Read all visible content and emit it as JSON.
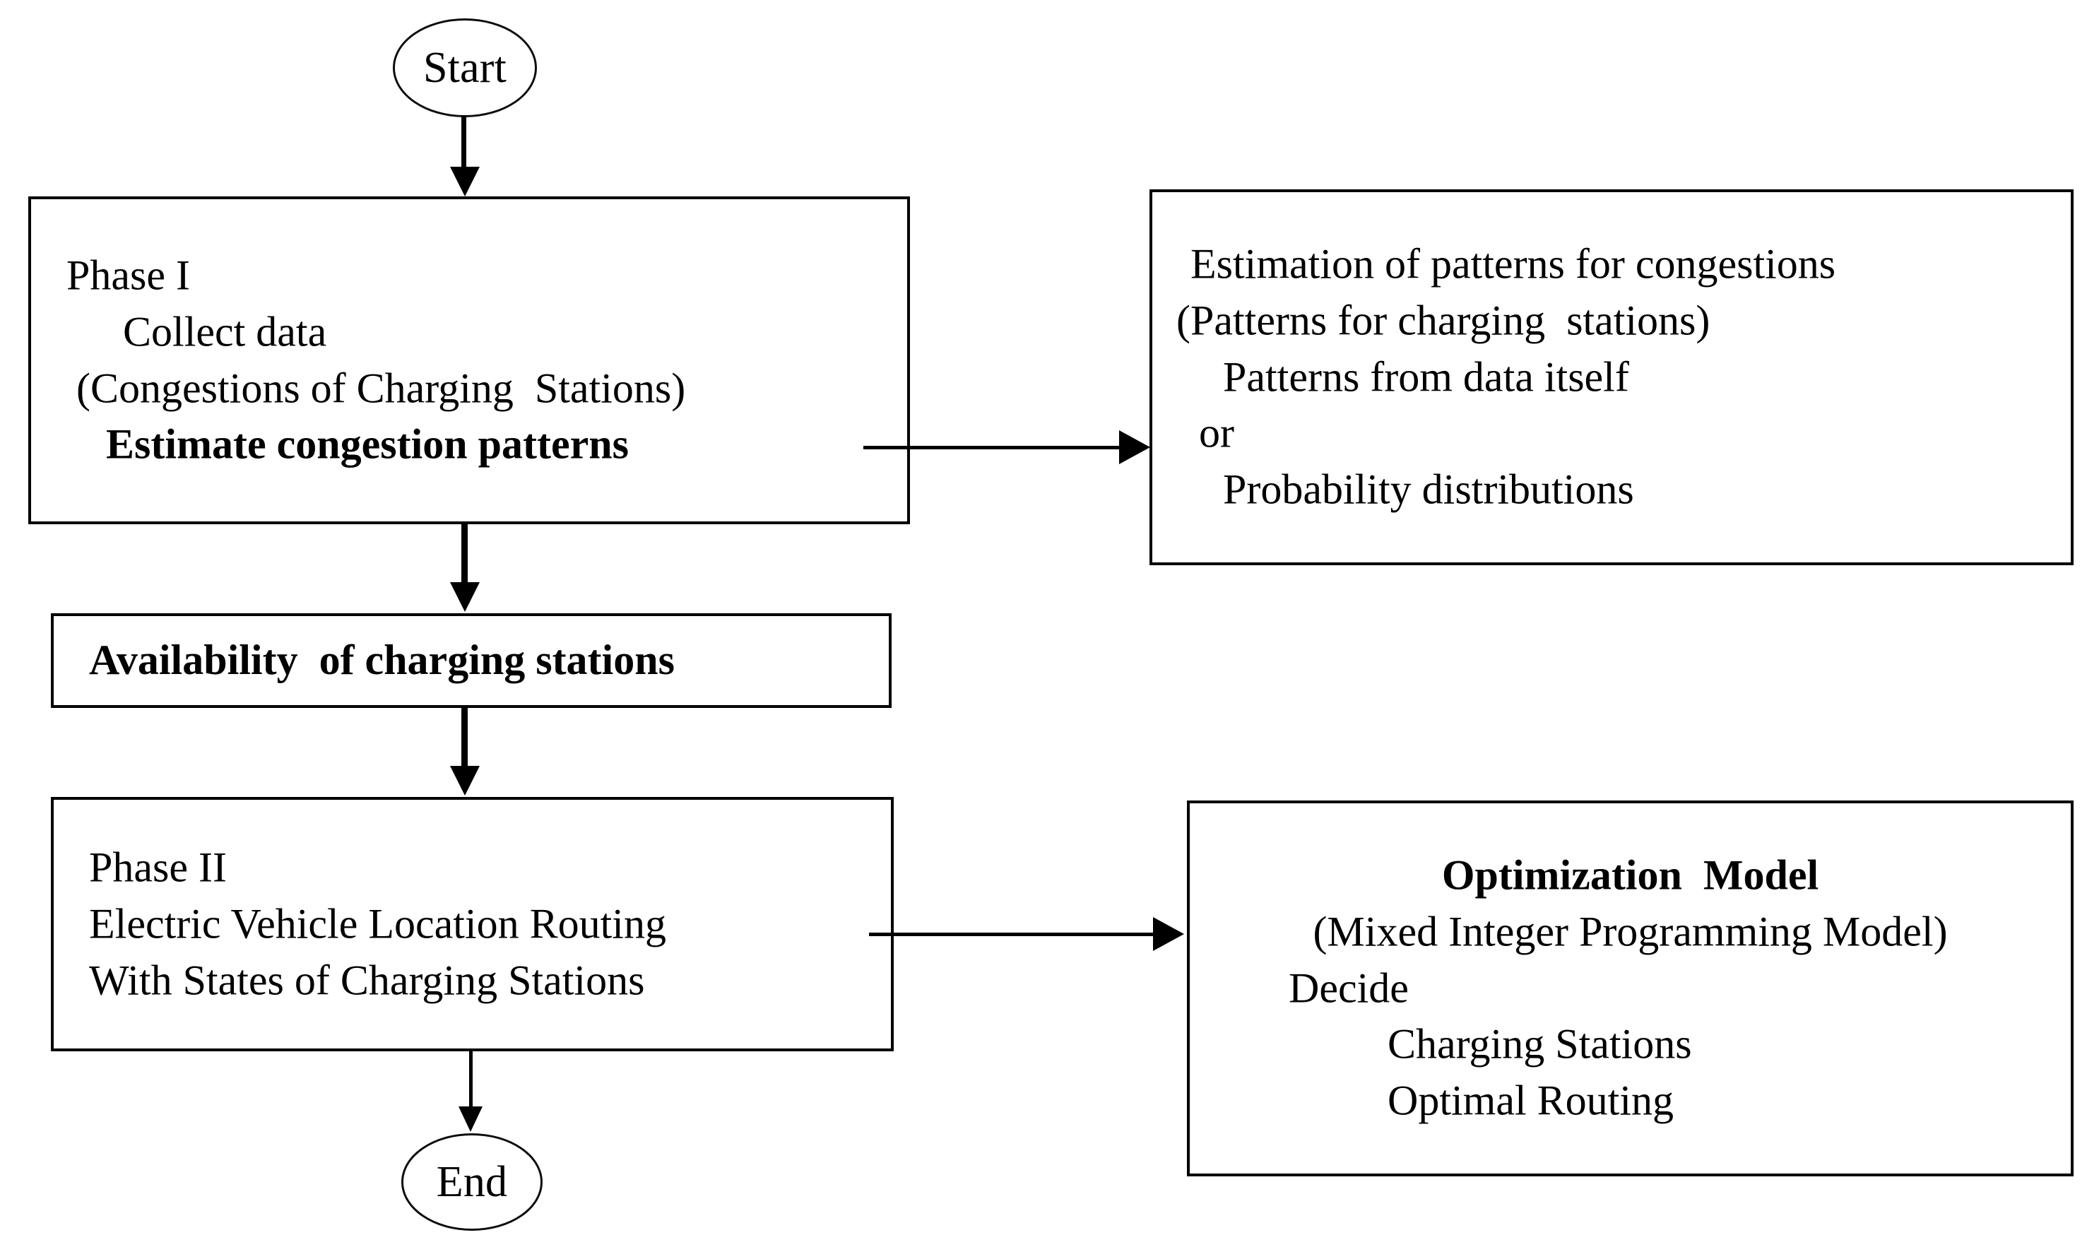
{
  "diagram": {
    "title": "Two-phase methodology flowchart for electric vehicle location routing with charging station congestion"
  },
  "nodes": {
    "start": {
      "label": "Start",
      "shape": "ellipse"
    },
    "end": {
      "label": "End",
      "shape": "ellipse"
    },
    "phase_one": {
      "shape": "rectangle",
      "lines": [
        {
          "text": "Phase I",
          "bold": false,
          "indent": 0
        },
        {
          "text": "Collect data",
          "bold": false,
          "indent": 1
        },
        {
          "text": "(Congestions of Charging  Stations)",
          "bold": false,
          "indent": 0
        },
        {
          "text": "Estimate congestion patterns",
          "bold": true,
          "indent": 1
        }
      ]
    },
    "estimation_patterns": {
      "shape": "rectangle",
      "lines": [
        {
          "text": "Estimation of patterns for congestions",
          "bold": false,
          "indent": 0
        },
        {
          "text": "(Patterns for charging  stations)",
          "bold": false,
          "indent": 0
        },
        {
          "text": "Patterns from data itself",
          "bold": false,
          "indent": 1
        },
        {
          "text": "or",
          "bold": false,
          "indent": 0
        },
        {
          "text": "Probability distributions",
          "bold": false,
          "indent": 1
        }
      ]
    },
    "availability": {
      "shape": "rectangle",
      "lines": [
        {
          "text": "Availability  of charging stations",
          "bold": true,
          "indent": 0
        }
      ]
    },
    "phase_two": {
      "shape": "rectangle",
      "lines": [
        {
          "text": "Phase II",
          "bold": false,
          "indent": 0
        },
        {
          "text": "Electric Vehicle Location Routing",
          "bold": false,
          "indent": 0
        },
        {
          "text": "With States of Charging Stations",
          "bold": false,
          "indent": 0
        }
      ]
    },
    "optimization_model": {
      "shape": "rectangle",
      "lines": [
        {
          "text": "Optimization  Model",
          "bold": true,
          "indent": 0,
          "align": "center"
        },
        {
          "text": "(Mixed Integer Programming Model)",
          "bold": false,
          "indent": 0,
          "align": "center"
        },
        {
          "text": "Decide",
          "bold": false,
          "indent": 0
        },
        {
          "text": "Charging Stations",
          "bold": false,
          "indent": 0
        },
        {
          "text": "Optimal Routing",
          "bold": false,
          "indent": 0
        }
      ]
    }
  },
  "edges": [
    {
      "name": "start-to-phase-one",
      "from": "start",
      "to": "phase_one",
      "direction": "down",
      "style": "solid-thick"
    },
    {
      "name": "phase-one-to-estimation",
      "from": "phase_one",
      "to": "estimation_patterns",
      "direction": "right",
      "style": "solid-thin"
    },
    {
      "name": "phase-one-to-availability",
      "from": "phase_one",
      "to": "availability",
      "direction": "down",
      "style": "solid-thick"
    },
    {
      "name": "availability-to-phase-two",
      "from": "availability",
      "to": "phase_two",
      "direction": "down",
      "style": "solid-thick"
    },
    {
      "name": "phase-two-to-optimization",
      "from": "phase_two",
      "to": "optimization_model",
      "direction": "right",
      "style": "solid-thin"
    },
    {
      "name": "phase-two-to-end",
      "from": "phase_two",
      "to": "end",
      "direction": "down",
      "style": "solid-thin"
    }
  ],
  "colors": {
    "stroke": "#000000",
    "fill": "#ffffff",
    "text": "#000000"
  }
}
